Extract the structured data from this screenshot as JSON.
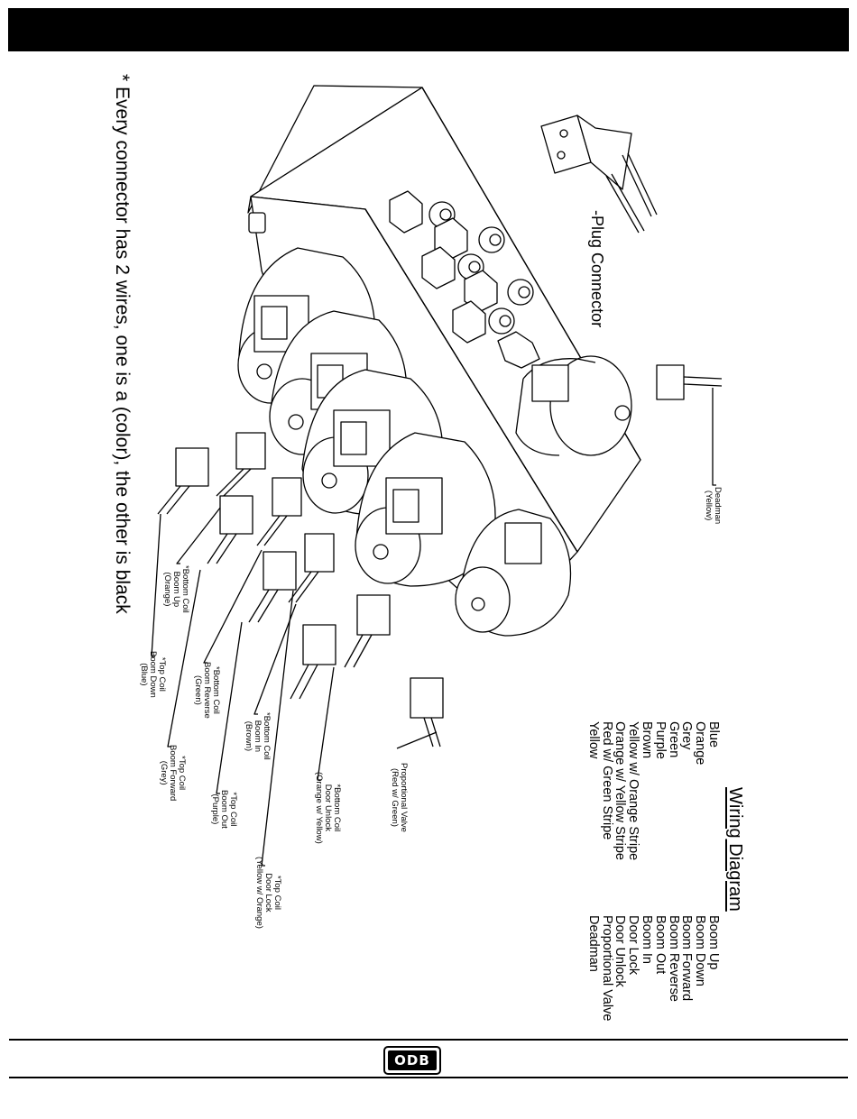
{
  "note": "* Every connector has 2 wires, one is a (color), the other is black",
  "plug_connector_label": "-Plug Connector",
  "wiring_diagram": {
    "title": "Wiring Diagram",
    "colors": [
      "Blue",
      "Orange",
      "Grey",
      "Green",
      "Purple",
      "Brown",
      "Yellow w/ Orange Stripe",
      "Orange w/ Yellow Stripe",
      "Red w/ Green Stripe",
      "Yellow"
    ],
    "functions": [
      "Boom Up",
      "Boom Down",
      "Boom Forward",
      "Boom Reverse",
      "Boom Out",
      "Boom In",
      "Door Lock",
      "Door Unlock",
      "Proportional Valve",
      "Deadman"
    ]
  },
  "connector_labels": {
    "deadman": [
      "Deadman",
      "(Yellow)"
    ],
    "bottom_boom_up": [
      "*Bottom Coil",
      "Boom Up",
      "(Orange)"
    ],
    "top_boom_down": [
      "*Top Coil",
      "Boom Down",
      "(Blue)"
    ],
    "bottom_boom_reverse": [
      "*Bottom Coil",
      "Boom Reverse",
      "(Green)"
    ],
    "top_boom_forward": [
      "*Top Coil",
      "Boom Forward",
      "(Grey)"
    ],
    "bottom_boom_in": [
      "*Bottom Coil",
      "Boom In",
      "(Brown)"
    ],
    "top_boom_out": [
      "*Top Coil",
      "Boom Out",
      "(Purple)"
    ],
    "bottom_door_unlock": [
      "*Bottom Coil",
      "Door Unlock",
      "(Orange w/ Yellow)"
    ],
    "top_door_lock": [
      "*Top Coil",
      "Door Lock",
      "(Yellow w/ Orange)"
    ],
    "proportional_valve": [
      "Proportional Valve",
      "(Red w/ Green)"
    ]
  },
  "footer_logo": "ODB"
}
